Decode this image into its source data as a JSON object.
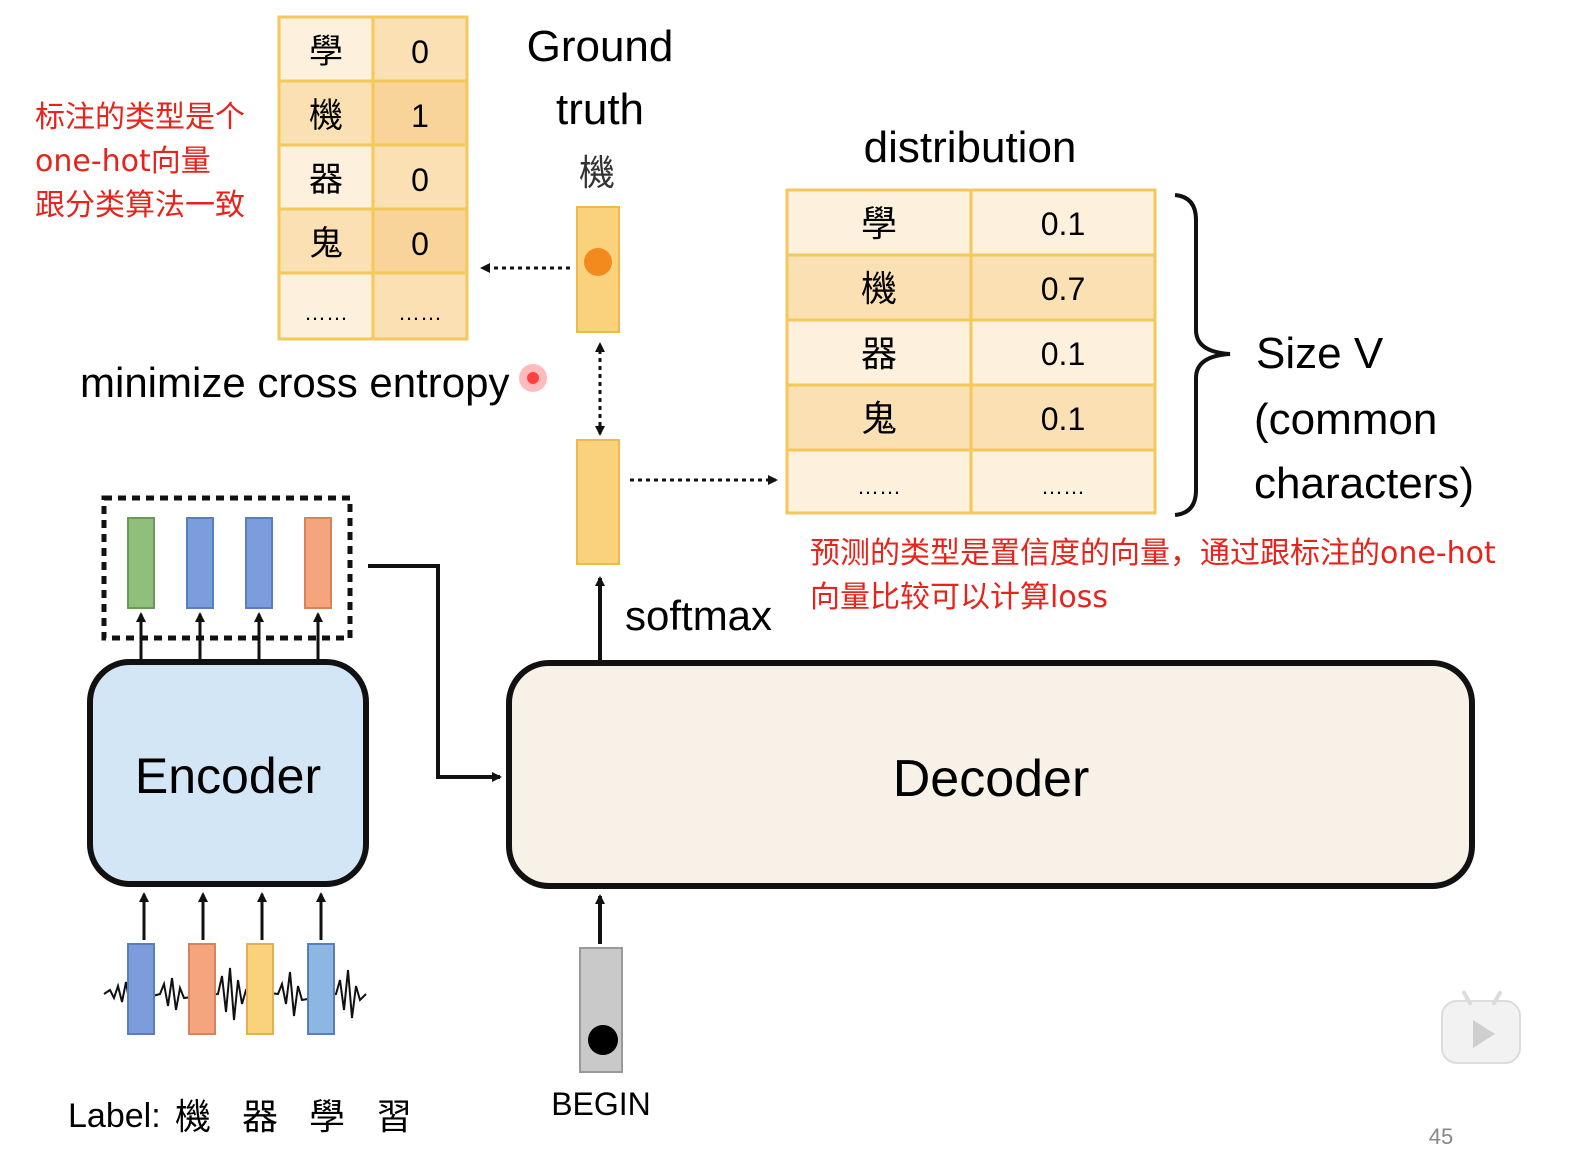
{
  "ground_truth": {
    "title_line1": "Ground",
    "title_line2": "truth",
    "char": "機",
    "table": [
      {
        "char": "學",
        "value": "0"
      },
      {
        "char": "機",
        "value": "1"
      },
      {
        "char": "器",
        "value": "0"
      },
      {
        "char": "鬼",
        "value": "0"
      },
      {
        "char": "……",
        "value": "……"
      }
    ]
  },
  "distribution": {
    "title": "distribution",
    "table": [
      {
        "char": "學",
        "value": "0.1"
      },
      {
        "char": "機",
        "value": "0.7"
      },
      {
        "char": "器",
        "value": "0.1"
      },
      {
        "char": "鬼",
        "value": "0.1"
      },
      {
        "char": "……",
        "value": "……"
      }
    ],
    "size_label_line1": "Size V",
    "size_label_line2": "(common",
    "size_label_line3": "characters)"
  },
  "loss_label": "minimize cross entropy",
  "softmax_label": "softmax",
  "encoder_label": "Encoder",
  "decoder_label": "Decoder",
  "begin_label": "BEGIN",
  "label_caption": {
    "prefix": "Label:",
    "chars": [
      "機",
      "器",
      "學",
      "習"
    ]
  },
  "notes": {
    "left": [
      "标注的类型是个",
      "one-hot向量",
      "跟分类算法一致"
    ],
    "right": [
      "预测的类型是置信度的向量，通过跟标注的one-hot",
      "向量比较可以计算loss"
    ]
  },
  "page_number": "45",
  "colors": {
    "cell_light": "#fdf0dc",
    "cell_mid": "#fbe0b3",
    "cell_border": "#f4c85b",
    "vector_yellow": "#fbd27c",
    "encoder_fill": "#d3e6f6",
    "decoder_fill": "#f7f1e8",
    "annotation_red": "#e8231b",
    "green_vec": "#8fbf7a",
    "blue_vec": "#7b9ddb",
    "orange_vec": "#f4a57d",
    "begin_gray": "#c9c9c9",
    "orange_dot": "#f28a1e"
  },
  "icons": {
    "play": "video-play-icon"
  }
}
